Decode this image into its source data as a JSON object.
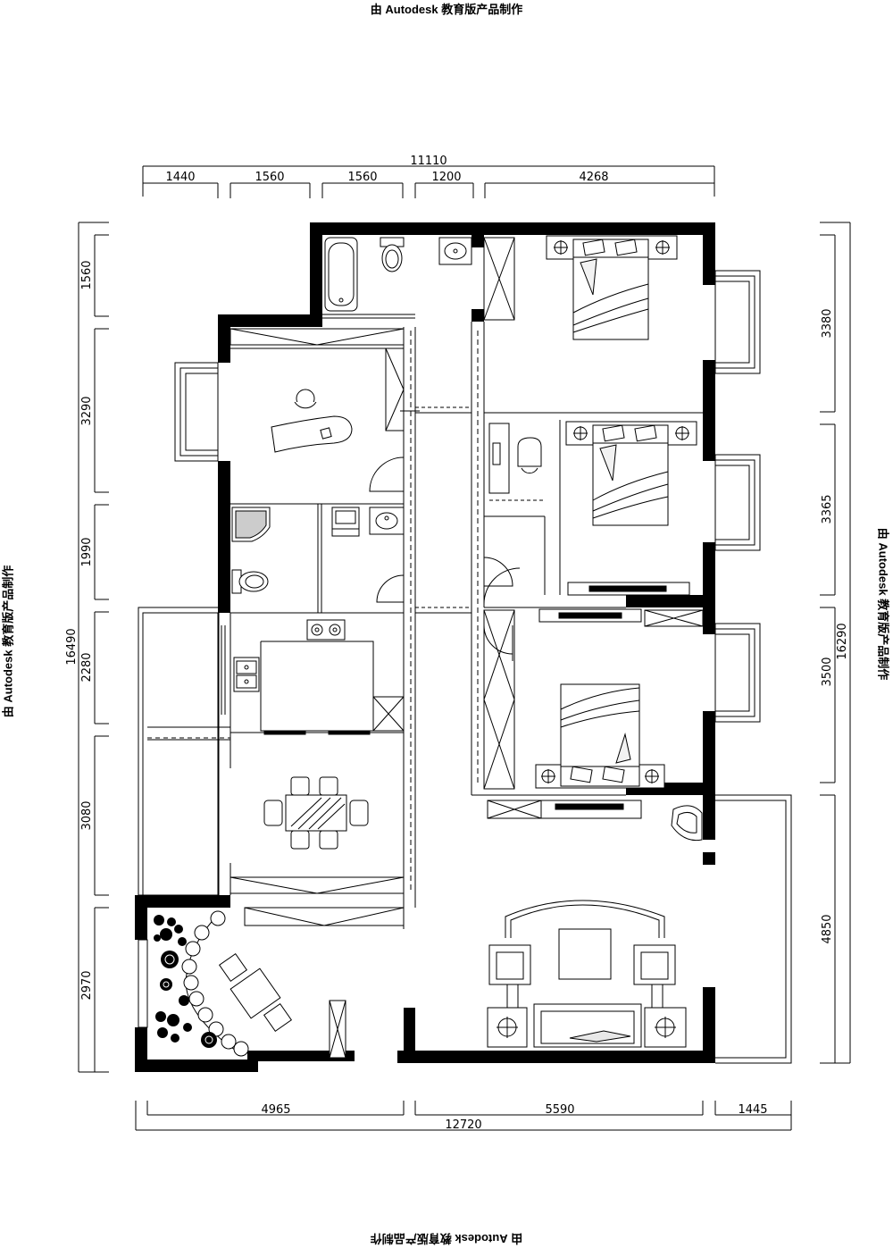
{
  "watermark": {
    "text": "由 Autodesk 教育版产品制作"
  },
  "dimensions": {
    "top_total": "11110",
    "top_segments": [
      "1440",
      "1560",
      "1560",
      "1200",
      "4268"
    ],
    "bottom_total": "12720",
    "bottom_segments": [
      "4965",
      "5590",
      "1445"
    ],
    "left_total": "16490",
    "left_segments": [
      "1560",
      "3290",
      "1990",
      "2280",
      "3080",
      "2970"
    ],
    "right_total": "16290",
    "right_segments": [
      "3380",
      "3365",
      "3500",
      "4850"
    ]
  },
  "colors": {
    "wall": "#000000",
    "line": "#000000",
    "background": "#ffffff"
  }
}
